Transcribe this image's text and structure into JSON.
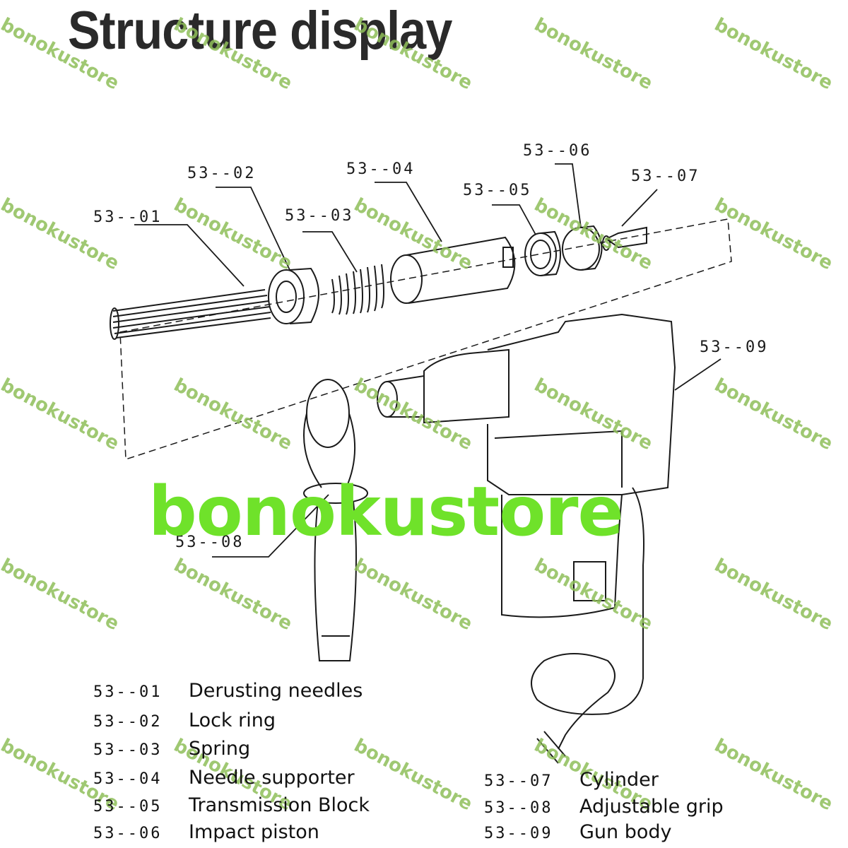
{
  "title": "Structure display",
  "watermark": "bonokustore",
  "callouts": [
    "53--01",
    "53--02",
    "53--03",
    "53--04",
    "53--05",
    "53--06",
    "53--07",
    "53--08",
    "53--09"
  ],
  "legend_left": [
    {
      "code": "53--01",
      "name": "Derusting needles"
    },
    {
      "code": "53--02",
      "name": "Lock ring"
    },
    {
      "code": "53--03",
      "name": "Spring"
    },
    {
      "code": "53--04",
      "name": "Needle supporter"
    },
    {
      "code": "53--05",
      "name": "Transmission Block"
    },
    {
      "code": "53--06",
      "name": "Impact piston"
    }
  ],
  "legend_right": [
    {
      "code": "53--07",
      "name": "Cylinder"
    },
    {
      "code": "53--08",
      "name": "Adjustable grip"
    },
    {
      "code": "53--09",
      "name": "Gun body"
    }
  ],
  "colors": {
    "watermark": "#8fbf5a",
    "watermark_big": "#6fe22a",
    "line": "#1a1a1a"
  }
}
